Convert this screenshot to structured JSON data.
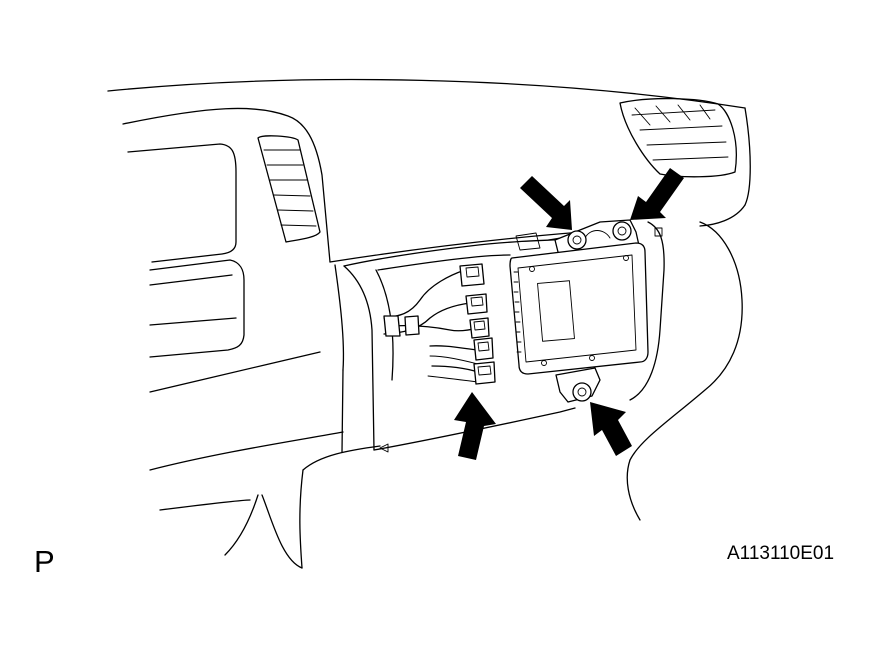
{
  "labels": {
    "view_letter": "P",
    "figure_code": "A113110E01"
  },
  "icons": {
    "arrow": "solid-black-arrow"
  },
  "colors": {
    "ink": "#000000",
    "paper": "#ffffff"
  }
}
